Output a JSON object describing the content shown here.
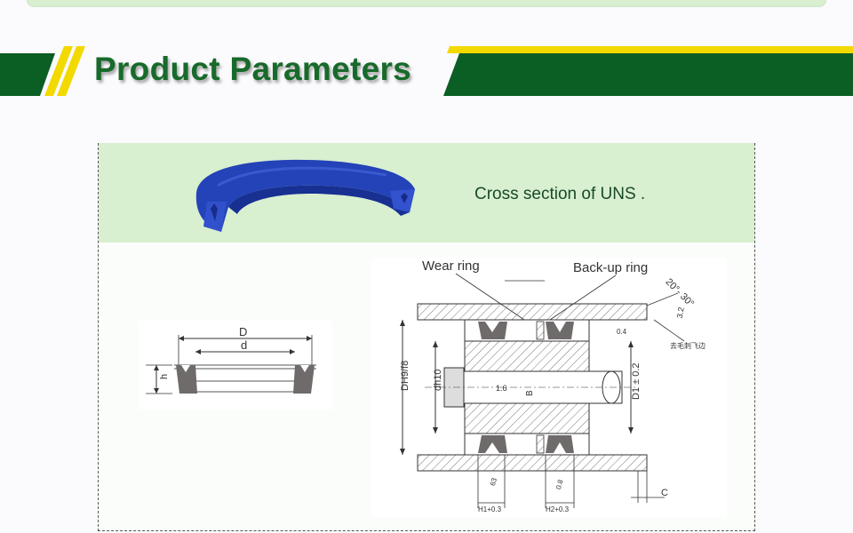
{
  "banner": {
    "title": "Product Parameters",
    "colors": {
      "green": "#0b5e24",
      "yellow": "#f2d900"
    }
  },
  "panel": {
    "caption": "Cross section of UNS .",
    "seal_icon": "blue-u-seal-image"
  },
  "small_drawing": {
    "label_D": "D",
    "label_d": "d",
    "label_h": "h"
  },
  "main_drawing": {
    "wear_ring": "Wear ring",
    "backup_ring": "Back-up ring",
    "angle": "20°- 30°",
    "bore_tol": "DH9/f8",
    "rod_tol": "dh10",
    "d1_tol": "D1 ± 0.2",
    "groove_depth": "B",
    "rough_16": "1.6",
    "rough_63": "63",
    "rough_08": "0.8",
    "rough_04": "0.4",
    "rough_32": "3.2",
    "h1": "H1+0.3",
    "h2": "H2+0.3",
    "chamfer": "C",
    "chinese_note": "去毛刺飞边"
  }
}
